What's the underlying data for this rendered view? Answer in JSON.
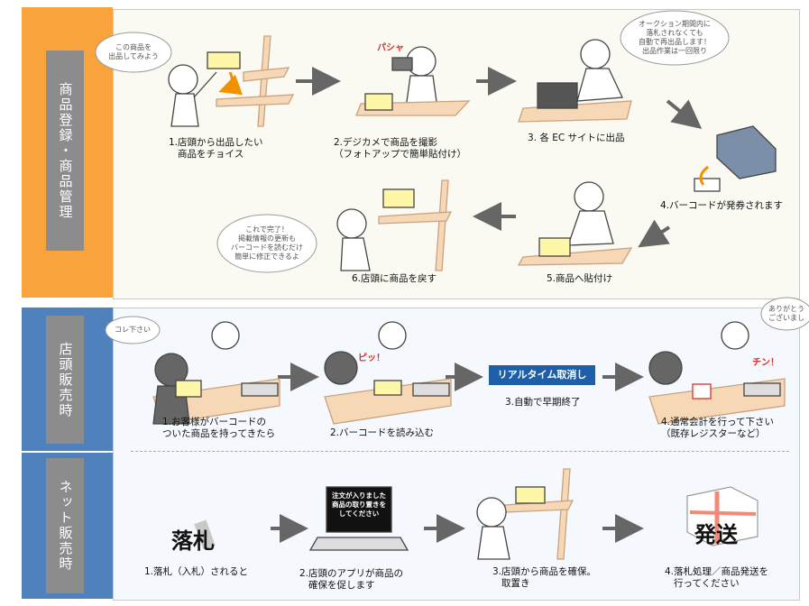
{
  "sections": {
    "store": {
      "label": "商品登録・商品管理"
    },
    "counter": {
      "label": "店頭販売時"
    },
    "net": {
      "label": "ネット販売時"
    }
  },
  "colors": {
    "orange": "#f9a33c",
    "blue": "#4f81bd",
    "banner": "#1f5fa8",
    "tag": "#d9312b"
  },
  "store_steps": {
    "s1": "1.店頭から出品したい\n   商品をチョイス",
    "s2": "2.デジカメで商品を撮影\n（フォトアップで簡単貼付け）",
    "s3": "3. 各 EC サイトに出品",
    "s4": "4.バーコードが発券されます",
    "s5": "5.商品へ貼付け",
    "s6": "6.店頭に商品を戻す"
  },
  "store_bubbles": {
    "b1": "この商品を\n出品してみよう",
    "b3": "オークション期間内に\n落札されなくても\n自動で再出品します！\n出品作業は一回限り",
    "b6": "これで完了！\n掲載情報の更新も\nバーコードを読むだけ\n簡単に修正できるよ"
  },
  "store_fx": {
    "camera": "パシャ"
  },
  "counter_steps": {
    "s1": "1.お客様がバーコードの\nついた商品を持ってきたら",
    "s2": "2.バーコードを読み込む",
    "s3": "3.自動で早期終了",
    "s4": "4.通常会計を行って下さい\n（既存レジスターなど）"
  },
  "counter_bubbles": {
    "b1": "コレ下さい",
    "b4": "ありがとう\nございまし"
  },
  "counter_fx": {
    "beep": "ピッ！",
    "ding": "チン！"
  },
  "counter_banner": "リアルタイム取消し",
  "net_steps": {
    "s1": "1.落札（入札）されると",
    "s2": "2.店頭のアプリが商品の\n   確保を促します",
    "s3": "3.店頭から商品を確保。\n   取置き",
    "s4": "4.落札処理／商品発送を\n   行ってください"
  },
  "net_screen": "注文が入りました\n商品の取り置きを\nしてください",
  "net_calligraphy": {
    "rakusatsu": "落札",
    "hassou": "発送"
  }
}
